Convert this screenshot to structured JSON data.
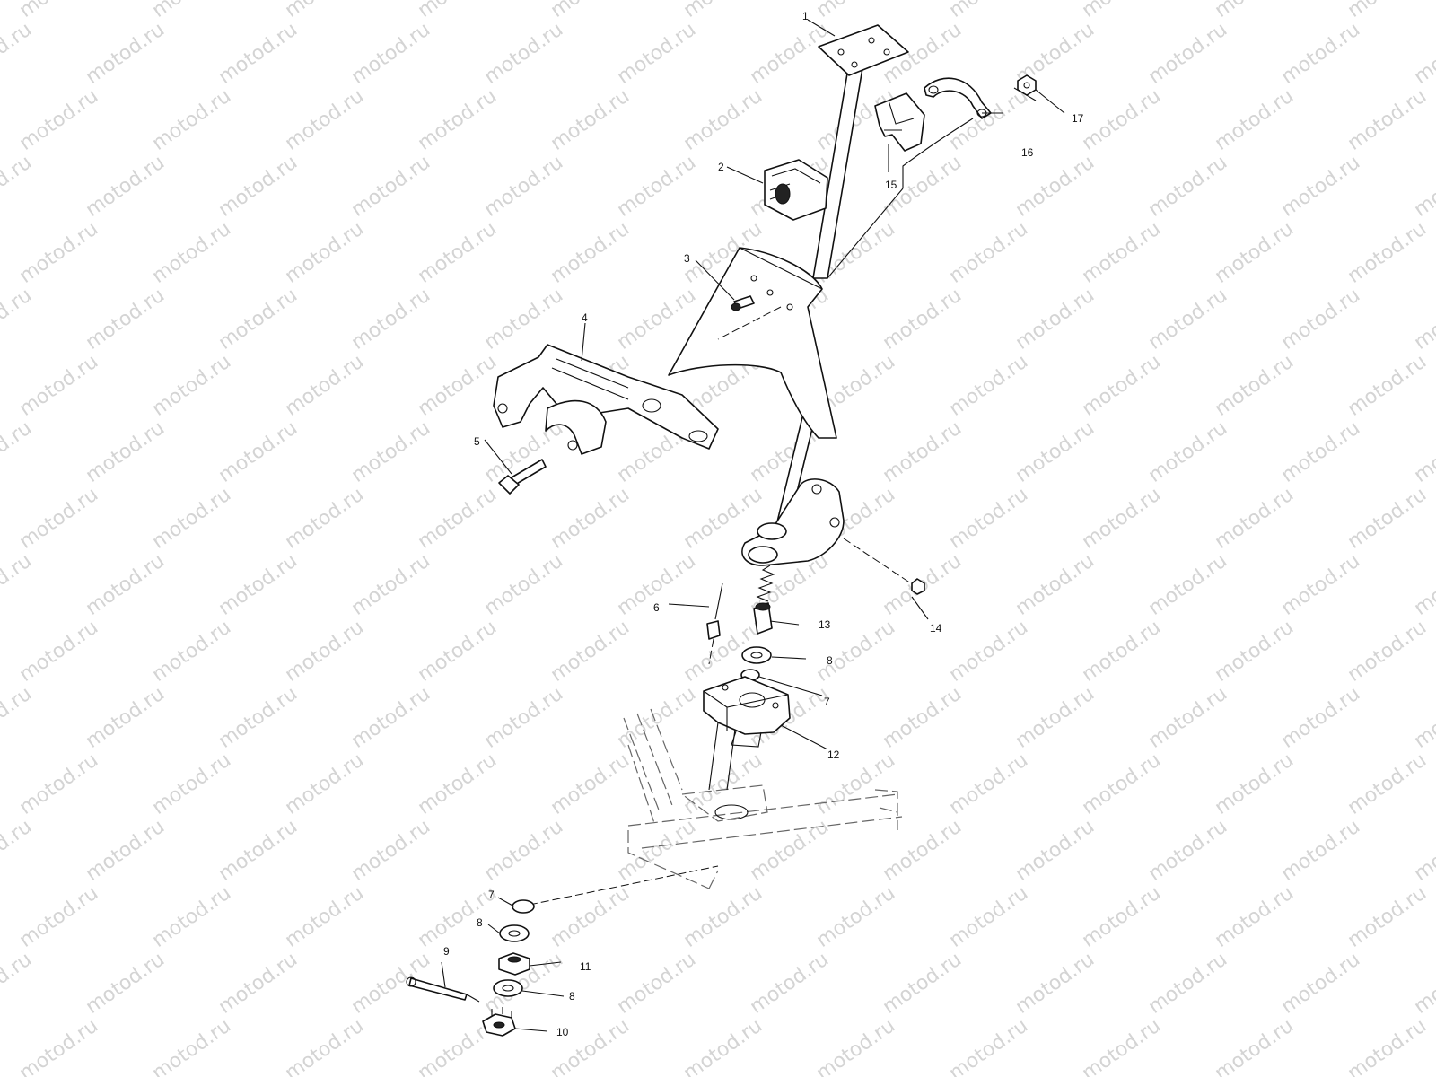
{
  "diagram": {
    "watermark_text": "motod.ru",
    "part_labels": {
      "p1": "1",
      "p2": "2",
      "p3": "3",
      "p4": "4",
      "p5": "5",
      "p6": "6",
      "p7a": "7",
      "p7b": "7",
      "p8a": "8",
      "p8b": "8",
      "p8c": "8",
      "p9": "9",
      "p10": "10",
      "p11": "11",
      "p12": "12",
      "p13": "13",
      "p14": "14",
      "p15": "15",
      "p16": "16",
      "p17": "17"
    }
  }
}
